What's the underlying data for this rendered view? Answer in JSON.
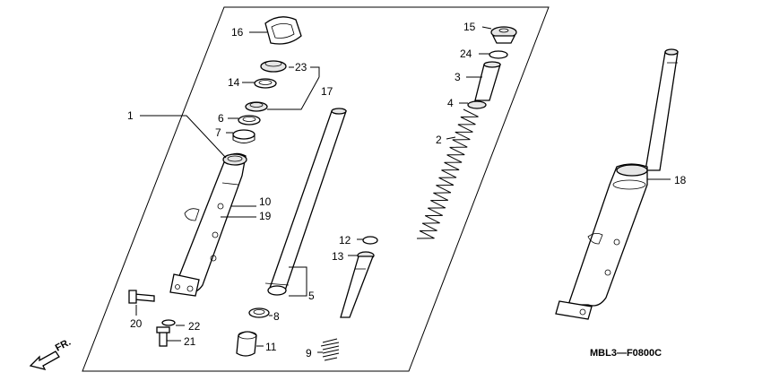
{
  "diagram_code": "MBL3—F0800C",
  "direction_label": "FR.",
  "callouts": {
    "c1": "1",
    "c2": "2",
    "c3": "3",
    "c4": "4",
    "c5": "5",
    "c6": "6",
    "c7": "7",
    "c8": "8",
    "c9": "9",
    "c10": "10",
    "c11": "11",
    "c12": "12",
    "c13": "13",
    "c14": "14",
    "c15": "15",
    "c16": "16",
    "c17": "17",
    "c18": "18",
    "c19": "19",
    "c20": "20",
    "c21": "21",
    "c22": "22",
    "c23": "23",
    "c24": "24"
  }
}
